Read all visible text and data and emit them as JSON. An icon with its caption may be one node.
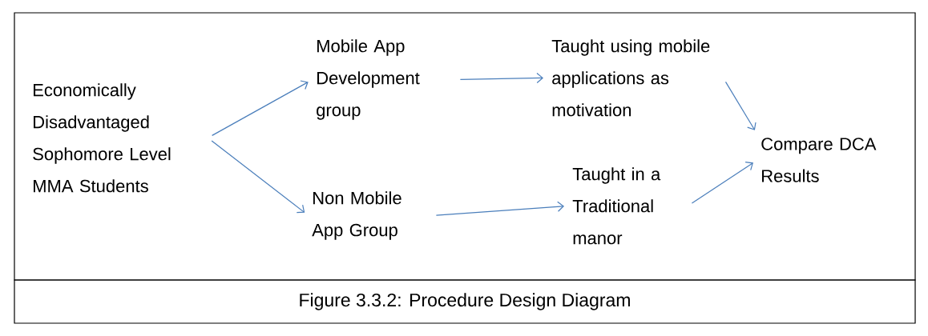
{
  "diagram": {
    "caption": "Figure 3.3.2: Procedure Design Diagram",
    "nodes": [
      {
        "text": [
          "Economically Disadvantaged Sophomore Level MMA Students"
        ]
      },
      {
        "text": [
          "Mobile App Development group"
        ]
      },
      {
        "text": [
          "Non Mobile App Group"
        ]
      },
      {
        "text": [
          "Taught using mobile applications as motivation"
        ]
      },
      {
        "text": [
          "Taught in a Traditional manor"
        ]
      },
      {
        "text": [
          "Compare DCA Results"
        ]
      }
    ],
    "edges": [
      {
        "from": 0,
        "to": 1,
        "arrow": "to"
      },
      {
        "from": 0,
        "to": 2,
        "arrow": "to"
      },
      {
        "from": 1,
        "to": 3,
        "arrow": "to"
      },
      {
        "from": 2,
        "to": 4,
        "arrow": "to"
      },
      {
        "from": 3,
        "to": 5,
        "arrow": "to"
      },
      {
        "from": 4,
        "to": 5,
        "arrow": "to"
      }
    ]
  }
}
